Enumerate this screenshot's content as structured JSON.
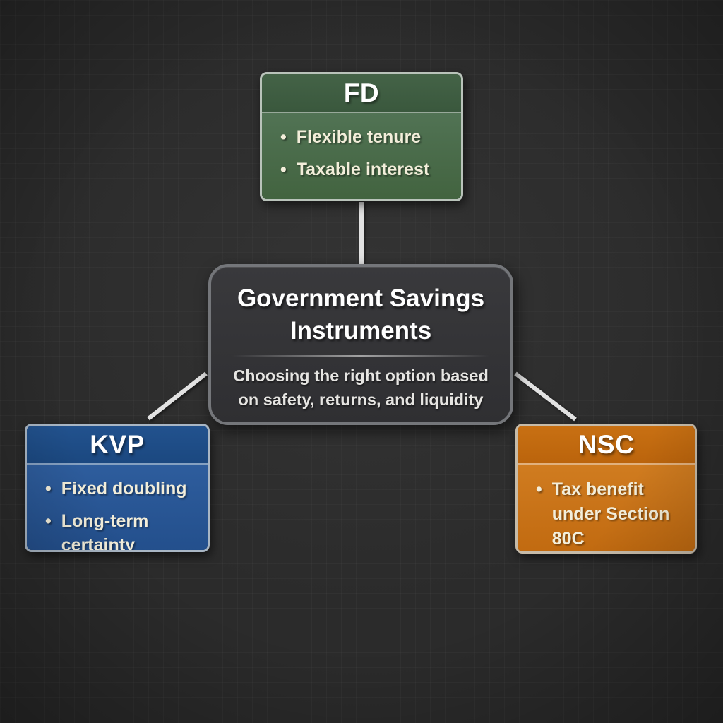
{
  "bullet_char": "•",
  "center": {
    "title": "Government Savings Instruments",
    "subtitle": "Choosing the right option based on safety, returns, and liquidity"
  },
  "nodes": {
    "fd": {
      "title": "FD",
      "bullets": [
        "Flexible tenure",
        "Taxable interest"
      ],
      "accent_color": "#456448"
    },
    "kvp": {
      "title": "KVP",
      "bullets": [
        "Fixed doubling",
        "Long-term certainty"
      ],
      "accent_color": "#22528e"
    },
    "nsc": {
      "title": "NSC",
      "bullets": [
        "Tax benefit under Section 80C"
      ],
      "accent_color": "#c87013"
    }
  },
  "colors": {
    "background": "#2b2b2b",
    "center_box": "#343437",
    "center_border": "#74767a",
    "connector": "#e2e2e2",
    "bullet_text": "#f3eeda",
    "title_text": "#ffffff"
  }
}
